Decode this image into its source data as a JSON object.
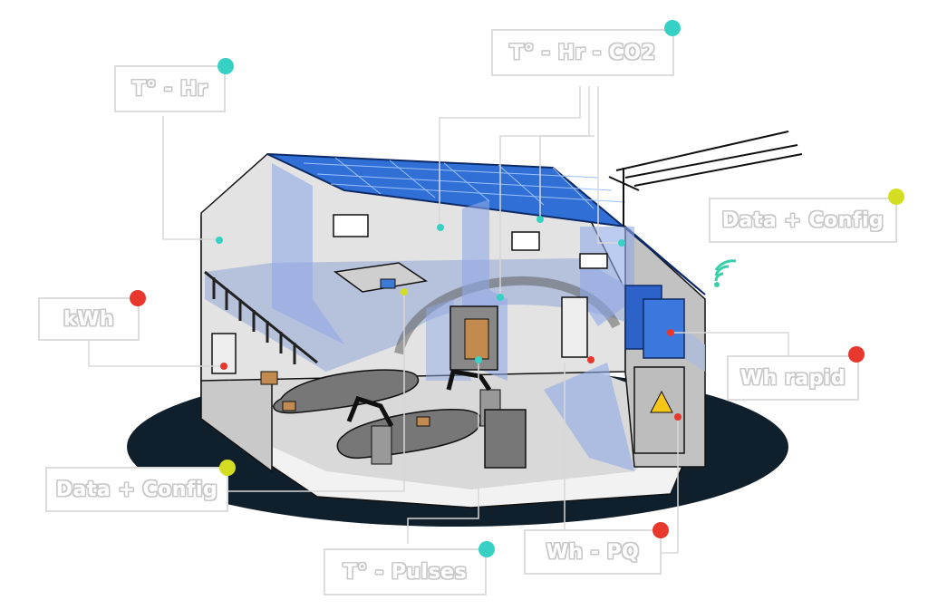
{
  "colors": {
    "temperature_dot": "#36d1c4",
    "data_dot": "#d4dd21",
    "energy_dot": "#e8382e",
    "ground": "#0f1f2b",
    "glass": "#8fa9e6",
    "solar": "#2f6fd6",
    "connector": "#d8d8d8"
  },
  "icons": [
    "wifi-signal-icon",
    "solar-panel-icon",
    "electric-pole-icon",
    "high-voltage-warning-icon"
  ],
  "labels": {
    "t_hr": "T° - Hr",
    "t_hr_co2": "T° - Hr - CO2",
    "data_config_top": "Data + Config",
    "kwh": "kWh",
    "wh_rapid": "Wh rapid",
    "data_config_bottom": "Data + Config",
    "t_pulses": "T° - Pulses",
    "wh_pq": "Wh - PQ"
  }
}
